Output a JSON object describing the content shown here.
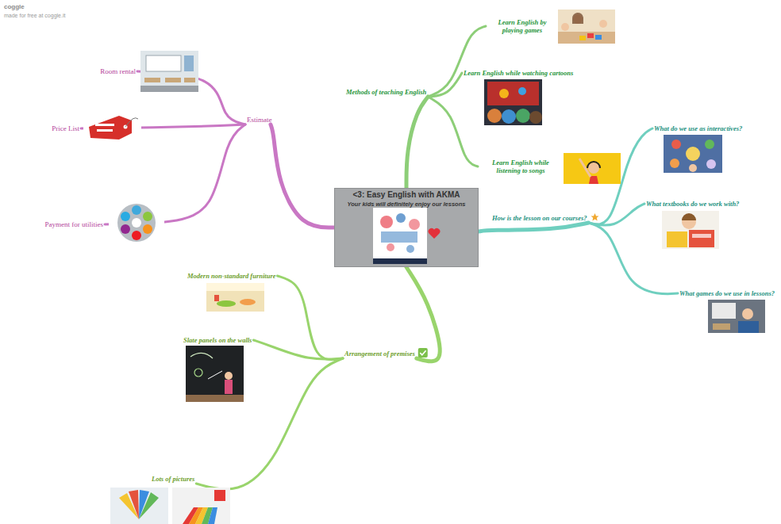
{
  "diagram": {
    "nodes": [
      {
        "text": [
          "<3: Easy English with AKMA",
          "Your kids will definitely enjoy our lessons"
        ]
      },
      {
        "text": [
          "Methods of teaching English"
        ]
      },
      {
        "text": [
          "Learn English by playing games"
        ]
      },
      {
        "text": [
          "Learn English while watching cartoons"
        ]
      },
      {
        "text": [
          "Learn English while listening to songs"
        ]
      },
      {
        "text": [
          "How is the lesson on our courses?"
        ]
      },
      {
        "text": [
          "What do we use as interactives?"
        ]
      },
      {
        "text": [
          "What textbooks do we work with?"
        ]
      },
      {
        "text": [
          "What games do we use in lessons?"
        ]
      },
      {
        "text": [
          "Estimate"
        ]
      },
      {
        "text": [
          "Room rental"
        ]
      },
      {
        "text": [
          "Price List"
        ]
      },
      {
        "text": [
          "Payment for utilities"
        ]
      },
      {
        "text": [
          "Arrangement of premises"
        ]
      },
      {
        "text": [
          "Modern non-standard furniture"
        ]
      },
      {
        "text": [
          "Slate panels on the walls"
        ]
      },
      {
        "text": [
          "Lots of pictures"
        ]
      }
    ],
    "edges": [
      {
        "from": 0,
        "to": 1,
        "arrow": "none"
      },
      {
        "from": 1,
        "to": 2,
        "arrow": "none"
      },
      {
        "from": 1,
        "to": 3,
        "arrow": "none"
      },
      {
        "from": 1,
        "to": 4,
        "arrow": "none"
      },
      {
        "from": 0,
        "to": 5,
        "arrow": "none"
      },
      {
        "from": 5,
        "to": 6,
        "arrow": "none"
      },
      {
        "from": 5,
        "to": 7,
        "arrow": "none"
      },
      {
        "from": 5,
        "to": 8,
        "arrow": "none"
      },
      {
        "from": 0,
        "to": 9,
        "arrow": "none"
      },
      {
        "from": 9,
        "to": 10,
        "arrow": "none"
      },
      {
        "from": 9,
        "to": 11,
        "arrow": "none"
      },
      {
        "from": 9,
        "to": 12,
        "arrow": "none"
      },
      {
        "from": 0,
        "to": 13,
        "arrow": "none"
      },
      {
        "from": 13,
        "to": 14,
        "arrow": "none"
      },
      {
        "from": 13,
        "to": 15,
        "arrow": "none"
      },
      {
        "from": 13,
        "to": 16,
        "arrow": "none"
      }
    ],
    "labels": [
      "coggle",
      "made for free at coggle.it"
    ]
  }
}
